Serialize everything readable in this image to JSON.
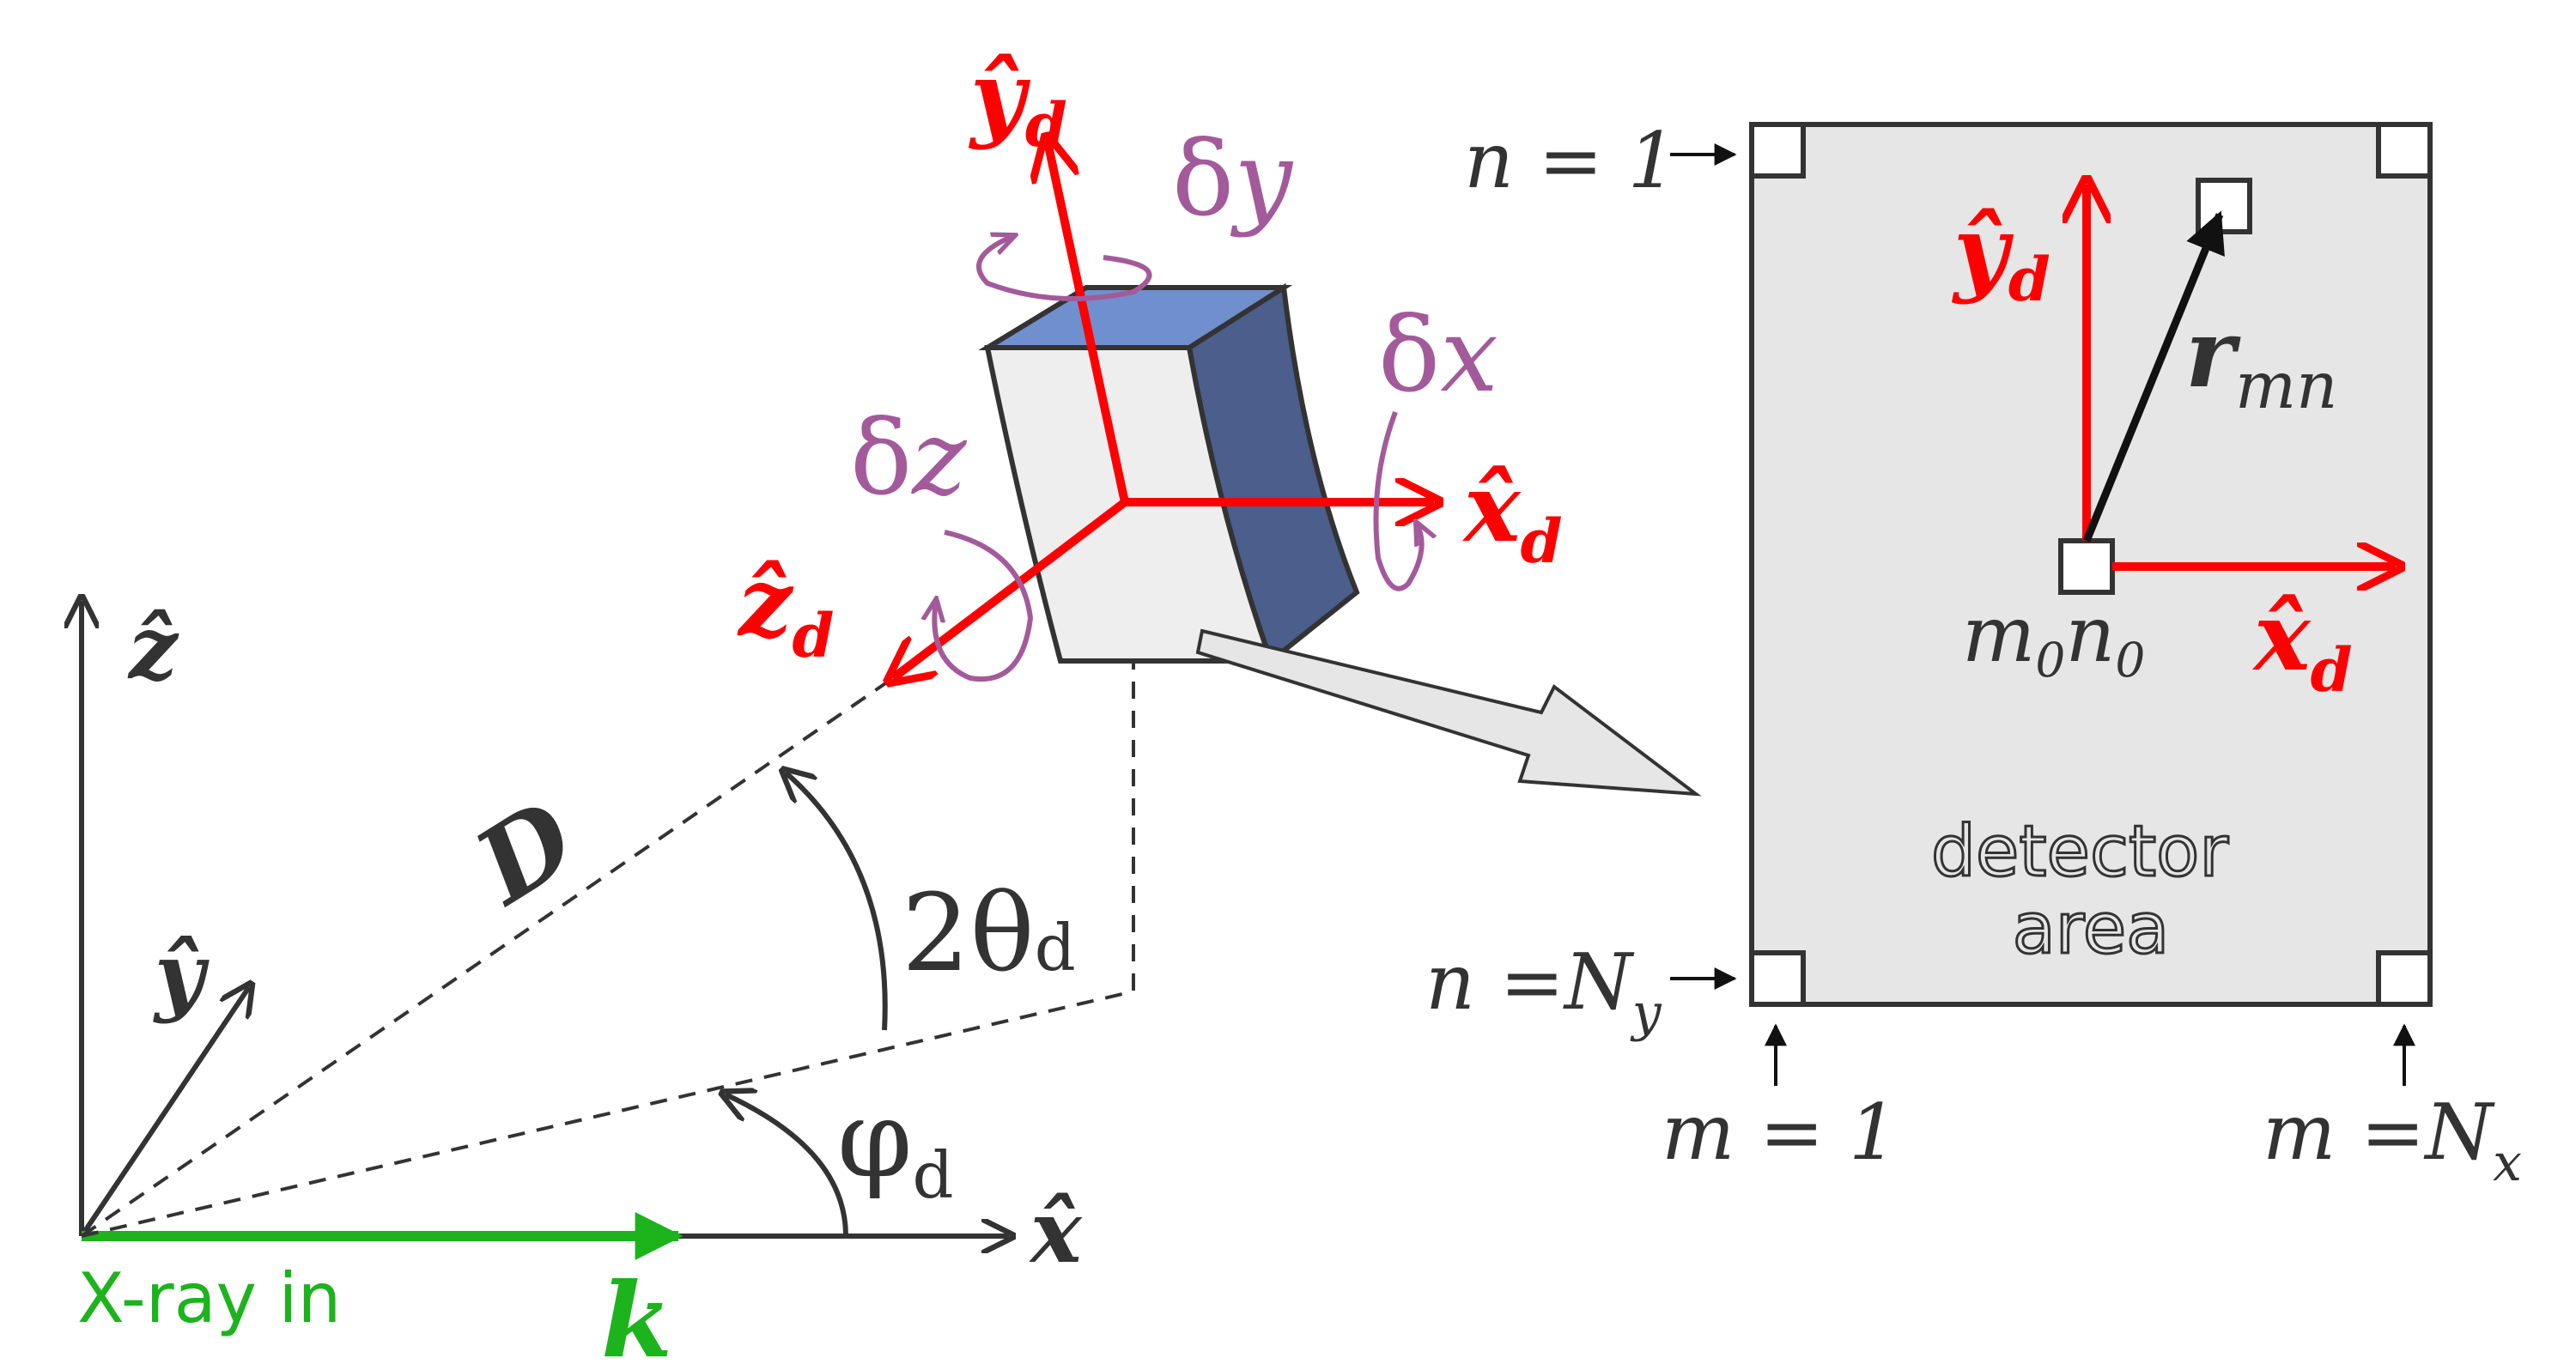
{
  "colors": {
    "axis": "#333333",
    "red": "#ff0000",
    "green": "#1db31d",
    "purple": "#a35a9a",
    "detector_fill": "#e6e6e6",
    "cube_top": "#6f8fcf",
    "cube_side": "#4b5e8c",
    "cube_front": "#eeeeee"
  },
  "lab_axes": {
    "z_label": "ẑ",
    "y_label": "ŷ",
    "x_label": "x̂"
  },
  "beam": {
    "caption": "X-ray in",
    "k_label": "k"
  },
  "angles": {
    "D_label": "D",
    "two_theta_prefix": "2θ",
    "two_theta_sub": "d",
    "phi_main": "φ",
    "phi_sub": "d"
  },
  "detector_axes": {
    "y_main": "ŷ",
    "y_sub": "d",
    "x_main": "x̂",
    "x_sub": "d",
    "z_main": "ẑ",
    "z_sub": "d"
  },
  "rotations": {
    "dy_main": "δ",
    "dy_sub": "y",
    "dx_main": "δ",
    "dx_sub": "x",
    "dz_main": "δ",
    "dz_sub": "z"
  },
  "panel": {
    "n1_label": "n = 1",
    "nNy_main": "n =N",
    "nNy_sub": "y",
    "m1_label": "m = 1",
    "mNx_main": "m =N",
    "mNx_sub": "x",
    "r_main": "r",
    "r_sub": "mn",
    "m0n0_m": "m",
    "m0n0_msub": "0",
    "m0n0_n": "n",
    "m0n0_nsub": "0",
    "yd_main": "ŷ",
    "yd_sub": "d",
    "xd_main": "x̂",
    "xd_sub": "d",
    "area_line1": "detector",
    "area_line2": "area"
  }
}
